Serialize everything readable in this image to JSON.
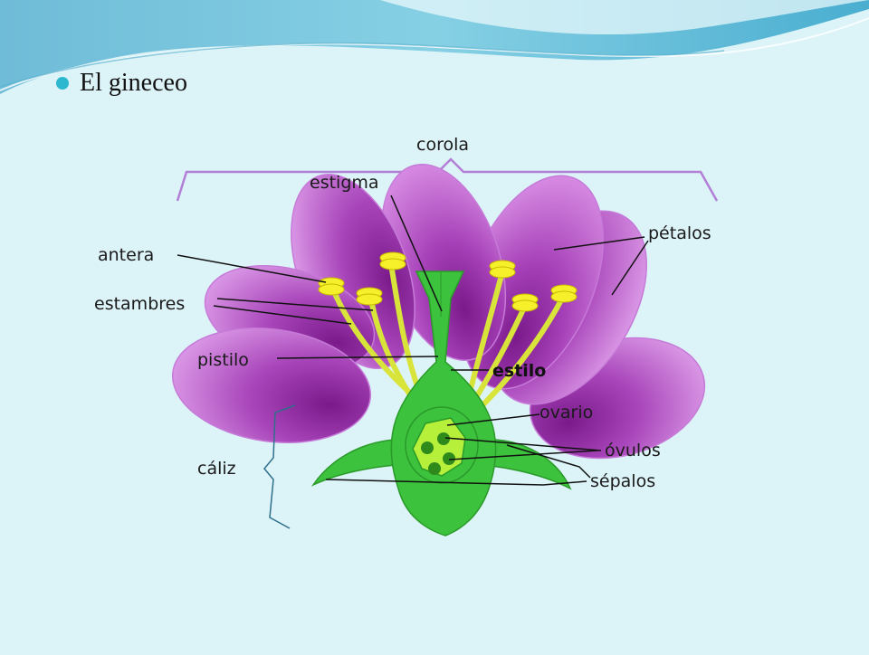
{
  "slide": {
    "bullet_text": "El gineceo"
  },
  "diagram": {
    "labels": {
      "corola": "corola",
      "estigma": "estigma",
      "antera": "antera",
      "estambres": "estambres",
      "pistilo": "pistilo",
      "estilo": "estilo",
      "petalos": "pétalos",
      "ovario": "ovario",
      "ovulos": "óvulos",
      "sepalos": "sépalos",
      "caliz": "cáliz"
    },
    "colors": {
      "background": "#dcf3f8",
      "banner": "#6fc3dc",
      "bullet": "#2eb8cf",
      "petal_edge": "#b54ecc",
      "petal_center": "#7a1a8a",
      "stem_green": "#3cc23c",
      "stamen_yellow": "#d8e43a",
      "anther": "#f5f02a",
      "ovary": "#b6f03a",
      "ovule": "#2f8a1c",
      "bracket": "#b27fd6"
    }
  }
}
